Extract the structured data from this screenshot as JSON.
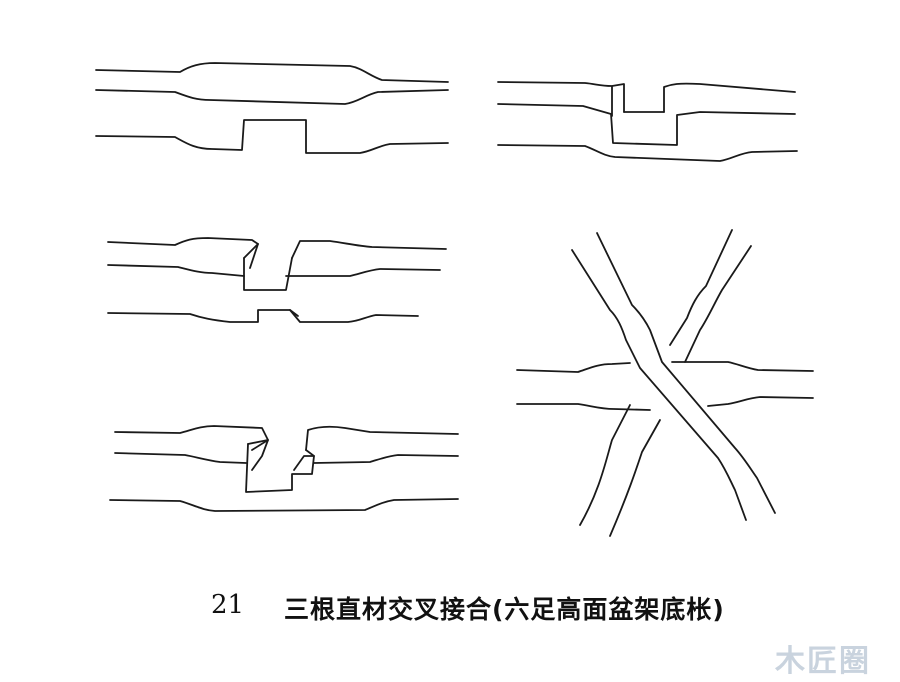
{
  "caption": {
    "number": "21",
    "text": "三根直材交叉接合(六足高面盆架底枨)"
  },
  "watermark": "木匠圈"
}
